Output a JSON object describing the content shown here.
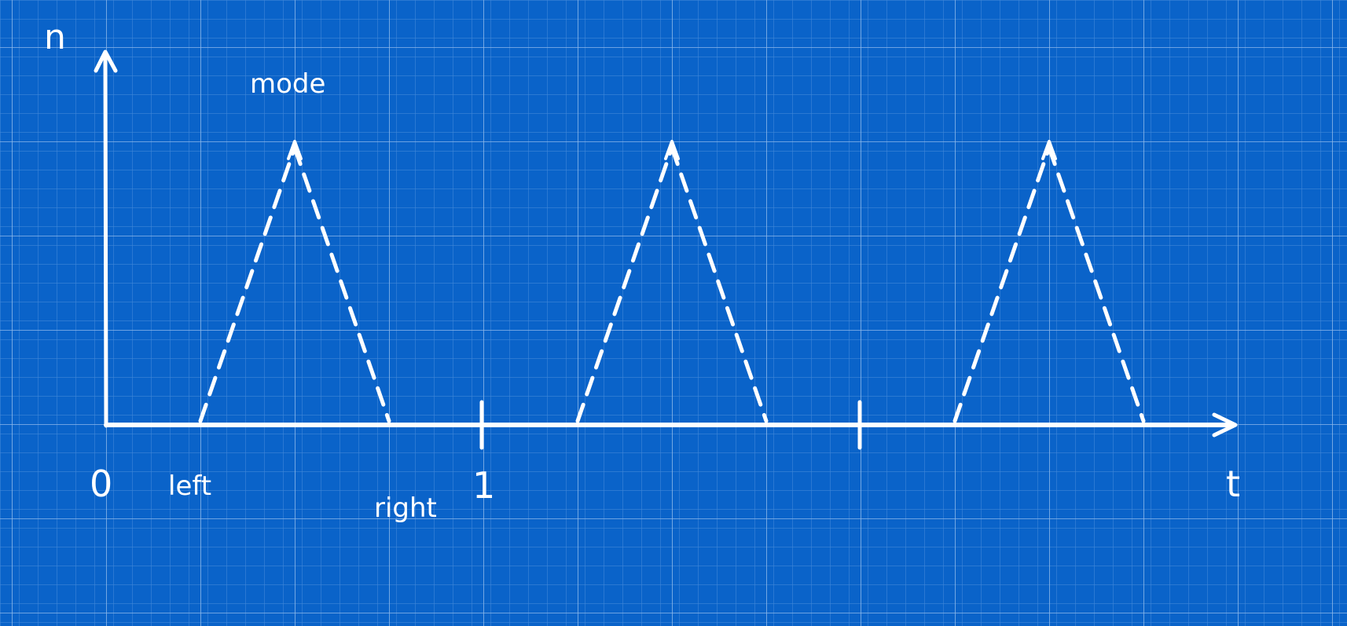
{
  "diagram": {
    "y_axis_label": "n",
    "x_axis_label": "t",
    "origin_label": "0",
    "tick_label_1": "1",
    "annotations": {
      "mode": "mode",
      "left": "left",
      "right": "right"
    },
    "peaks": [
      {
        "left": 0.25,
        "mode": 0.5,
        "right": 0.75
      },
      {
        "left": 1.25,
        "mode": 1.5,
        "right": 1.75
      },
      {
        "left": 2.25,
        "mode": 2.5,
        "right": 2.75
      }
    ],
    "ticks": [
      1,
      2
    ],
    "x_range": [
      0,
      3
    ],
    "colors": {
      "background": "#0a63c9",
      "grid_minor": "#3f86d8",
      "grid_major": "#8cb8ea",
      "stroke": "#ffffff"
    }
  }
}
